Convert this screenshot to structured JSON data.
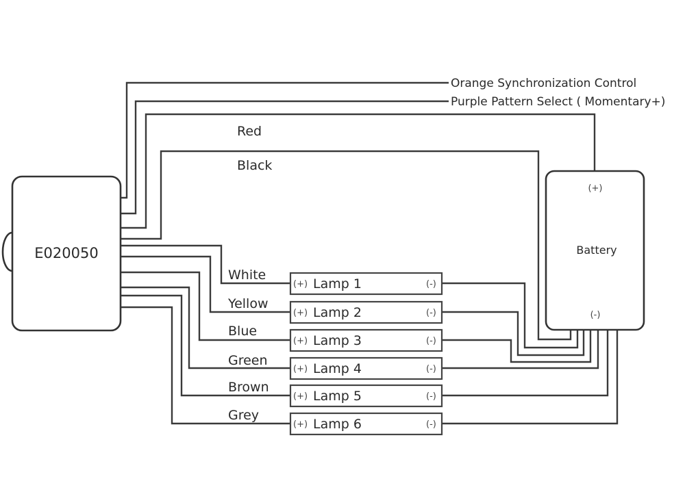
{
  "diagram": {
    "controller": {
      "label": "E020050"
    },
    "battery": {
      "label": "Battery",
      "positive": "(+)",
      "negative": "(-)"
    },
    "control_wires": [
      {
        "id": "orange",
        "label": "Orange Synchronization Control"
      },
      {
        "id": "purple",
        "label": "Purple Pattern Select ( Momentary+)"
      }
    ],
    "power_wires": [
      {
        "id": "red",
        "label": "Red",
        "connects_to": "battery (+)"
      },
      {
        "id": "black",
        "label": "Black",
        "connects_to": "battery (-)"
      }
    ],
    "lamps": [
      {
        "label": "Lamp 1",
        "wire": "White",
        "plus": "(+)",
        "minus": "(-)"
      },
      {
        "label": "Lamp 2",
        "wire": "Yellow",
        "plus": "(+)",
        "minus": "(-)"
      },
      {
        "label": "Lamp 3",
        "wire": "Blue",
        "plus": "(+)",
        "minus": "(-)"
      },
      {
        "label": "Lamp 4",
        "wire": "Green",
        "plus": "(+)",
        "minus": "(-)"
      },
      {
        "label": "Lamp 5",
        "wire": "Brown",
        "plus": "(+)",
        "minus": "(-)"
      },
      {
        "label": "Lamp 6",
        "wire": "Grey",
        "plus": "(+)",
        "minus": "(-)"
      }
    ]
  }
}
